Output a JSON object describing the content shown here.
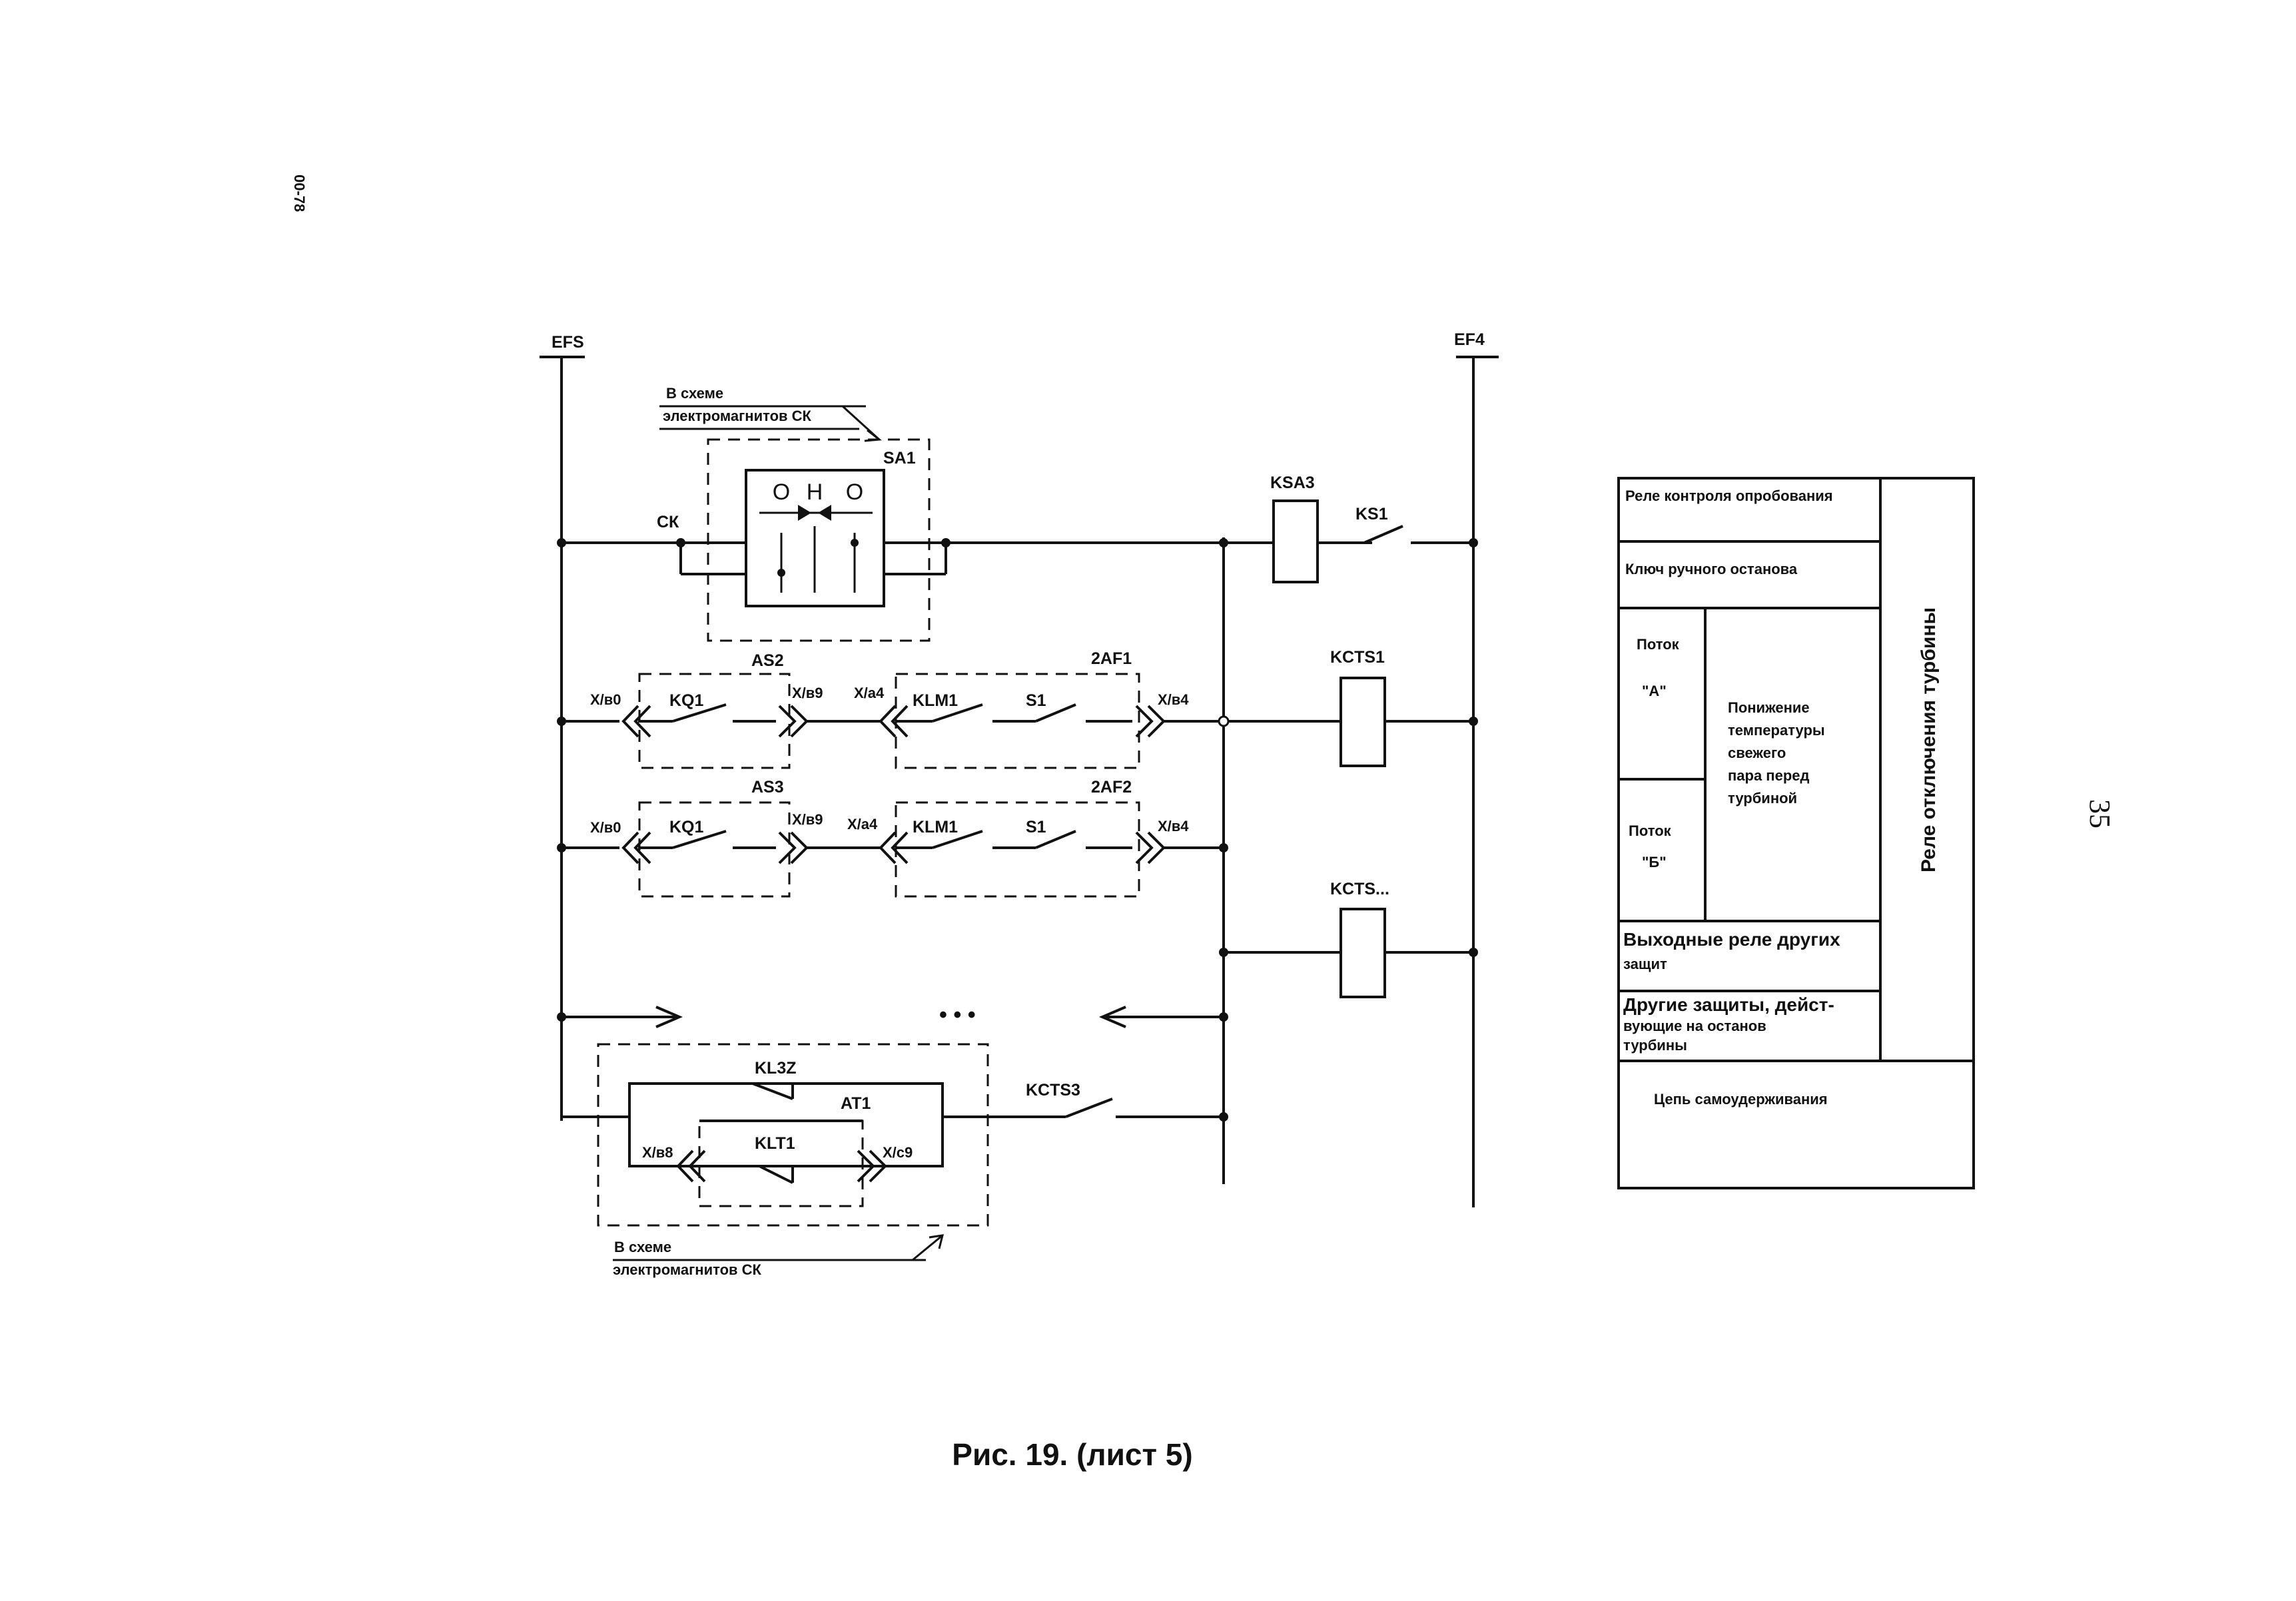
{
  "page": {
    "side_code": "00-78",
    "page_number": "35",
    "caption": "Рис. 19. (лист 5)"
  },
  "bus": {
    "left": "EFS",
    "right": "EF4"
  },
  "sa1": {
    "note_line1": "В схеме",
    "note_line2": "электромагнитов СК",
    "ref": "SA1",
    "ck": "СК",
    "pos1": "О",
    "pos2": "Н",
    "pos3": "О"
  },
  "row1": {
    "relay": "KSA3",
    "contact": "KS1"
  },
  "row2": {
    "group_left": "AS2",
    "group_right": "2AF1",
    "x_in": "X/в0",
    "kq": "KQ1",
    "x_mid1": "X/в9",
    "x_mid2": "X/а4",
    "klm": "KLM1",
    "s": "S1",
    "x_out": "X/в4",
    "coil": "KCTS1"
  },
  "row3": {
    "group_left": "AS3",
    "group_right": "2AF2",
    "x_in": "X/в0",
    "kq": "KQ1",
    "x_mid1": "X/в9",
    "x_mid2": "X/а4",
    "klm": "KLM1",
    "s": "S1",
    "x_out": "X/в4",
    "coil": "KCTS..."
  },
  "row4": {
    "ellipsis": "• • •"
  },
  "row5": {
    "kl3z": "KL3Z",
    "at1": "AT1",
    "klt1": "KLT1",
    "x_left": "X/в8",
    "x_right": "X/с9",
    "contact": "KCTS3",
    "note_line1": "В схеме",
    "note_line2": "электромагнитов СК"
  },
  "legend": {
    "r1": "Реле контроля опробования",
    "r2": "Ключ ручного останова",
    "r3a_l1": "Поток",
    "r3a_l2": "\"А\"",
    "r3b_l1": "Поток",
    "r3b_l2": "\"Б\"",
    "r3_desc_l1": "Понижение",
    "r3_desc_l2": "температуры",
    "r3_desc_l3": "свежего",
    "r3_desc_l4": "пара перед",
    "r3_desc_l5": "турбиной",
    "r4_l1": "Выходные реле других",
    "r4_l2": "защит",
    "r5_l1": "Другие защиты, дейст-",
    "r5_l2": "вующие на останов",
    "r5_l3": "турбины",
    "side": "Реле отключения турбины",
    "r6": "Цепь самоудерживания"
  }
}
